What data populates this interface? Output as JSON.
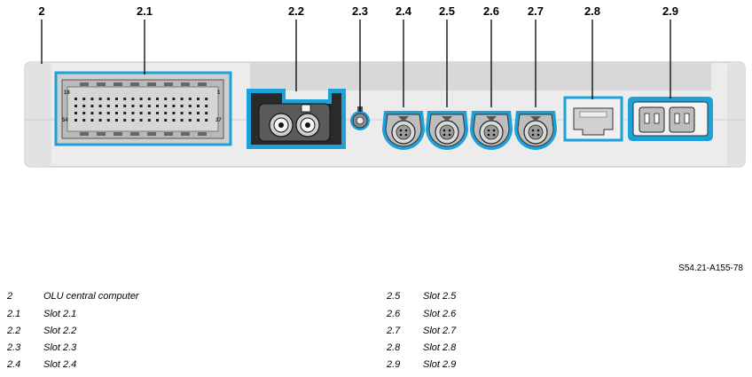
{
  "callouts": [
    {
      "id": "2",
      "label": "2"
    },
    {
      "id": "2.1",
      "label": "2.1"
    },
    {
      "id": "2.2",
      "label": "2.2"
    },
    {
      "id": "2.3",
      "label": "2.3"
    },
    {
      "id": "2.4",
      "label": "2.4"
    },
    {
      "id": "2.5",
      "label": "2.5"
    },
    {
      "id": "2.6",
      "label": "2.6"
    },
    {
      "id": "2.7",
      "label": "2.7"
    },
    {
      "id": "2.8",
      "label": "2.8"
    },
    {
      "id": "2.9",
      "label": "2.9"
    }
  ],
  "pin_labels": {
    "top_left": "18",
    "top_right": "1",
    "bottom_left": "54",
    "bottom_right": "37"
  },
  "reference_code": "S54.21-A155-78",
  "legend": {
    "left": [
      {
        "key": "2",
        "text": "OLU central computer"
      },
      {
        "key": "2.1",
        "text": "Slot 2.1"
      },
      {
        "key": "2.2",
        "text": "Slot 2.2"
      },
      {
        "key": "2.3",
        "text": "Slot 2.3"
      },
      {
        "key": "2.4",
        "text": "Slot 2.4"
      }
    ],
    "right": [
      {
        "key": "2.5",
        "text": "Slot 2.5"
      },
      {
        "key": "2.6",
        "text": "Slot 2.6"
      },
      {
        "key": "2.7",
        "text": "Slot 2.7"
      },
      {
        "key": "2.8",
        "text": "Slot 2.8"
      },
      {
        "key": "2.9",
        "text": "Slot 2.9"
      }
    ]
  },
  "colors": {
    "highlight": "#1ea0d8",
    "housing": "#e9e9e9",
    "connector_body": "#8c8c8c"
  }
}
